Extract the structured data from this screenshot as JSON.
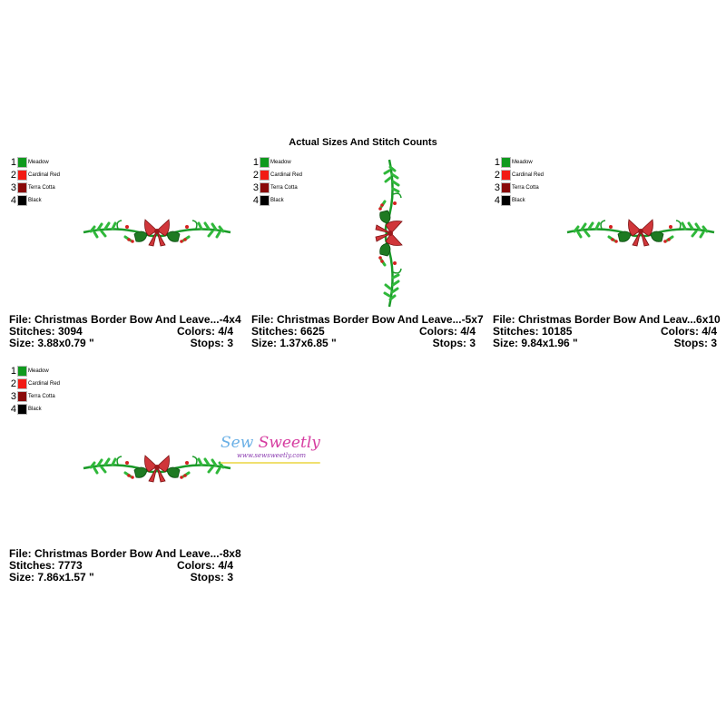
{
  "title": "Actual Sizes And Stitch Counts",
  "colors": [
    {
      "num": "1",
      "name": "Meadow",
      "hex": "#0f9a1e"
    },
    {
      "num": "2",
      "name": "Cardinal Red",
      "hex": "#f21a14"
    },
    {
      "num": "3",
      "name": "Terra Cotta",
      "hex": "#8a0a0a"
    },
    {
      "num": "4",
      "name": "Black",
      "hex": "#000000"
    }
  ],
  "designs": [
    {
      "file": "File: Christmas Border Bow And Leave...-4x4",
      "stitches": "Stitches: 3094",
      "colors": "Colors: 4/4",
      "size": "Size: 3.88x0.79 \"",
      "stops": "Stops: 3"
    },
    {
      "file": "File: Christmas Border Bow And Leave...-5x7",
      "stitches": "Stitches: 6625",
      "colors": "Colors: 4/4",
      "size": "Size: 1.37x6.85 \"",
      "stops": "Stops: 3"
    },
    {
      "file": "File: Christmas Border Bow And Leav...6x10",
      "stitches": "Stitches: 10185",
      "colors": "Colors: 4/4",
      "size": "Size: 9.84x1.96 \"",
      "stops": "Stops: 3"
    },
    {
      "file": "File: Christmas Border Bow And Leave...-8x8",
      "stitches": "Stitches: 7773",
      "colors": "Colors: 4/4",
      "size": "Size: 7.86x1.57 \"",
      "stops": "Stops: 3"
    }
  ],
  "watermark": {
    "name_a": "Sew",
    "name_b": "Sweetly",
    "url": "www.sewsweetly.com"
  }
}
